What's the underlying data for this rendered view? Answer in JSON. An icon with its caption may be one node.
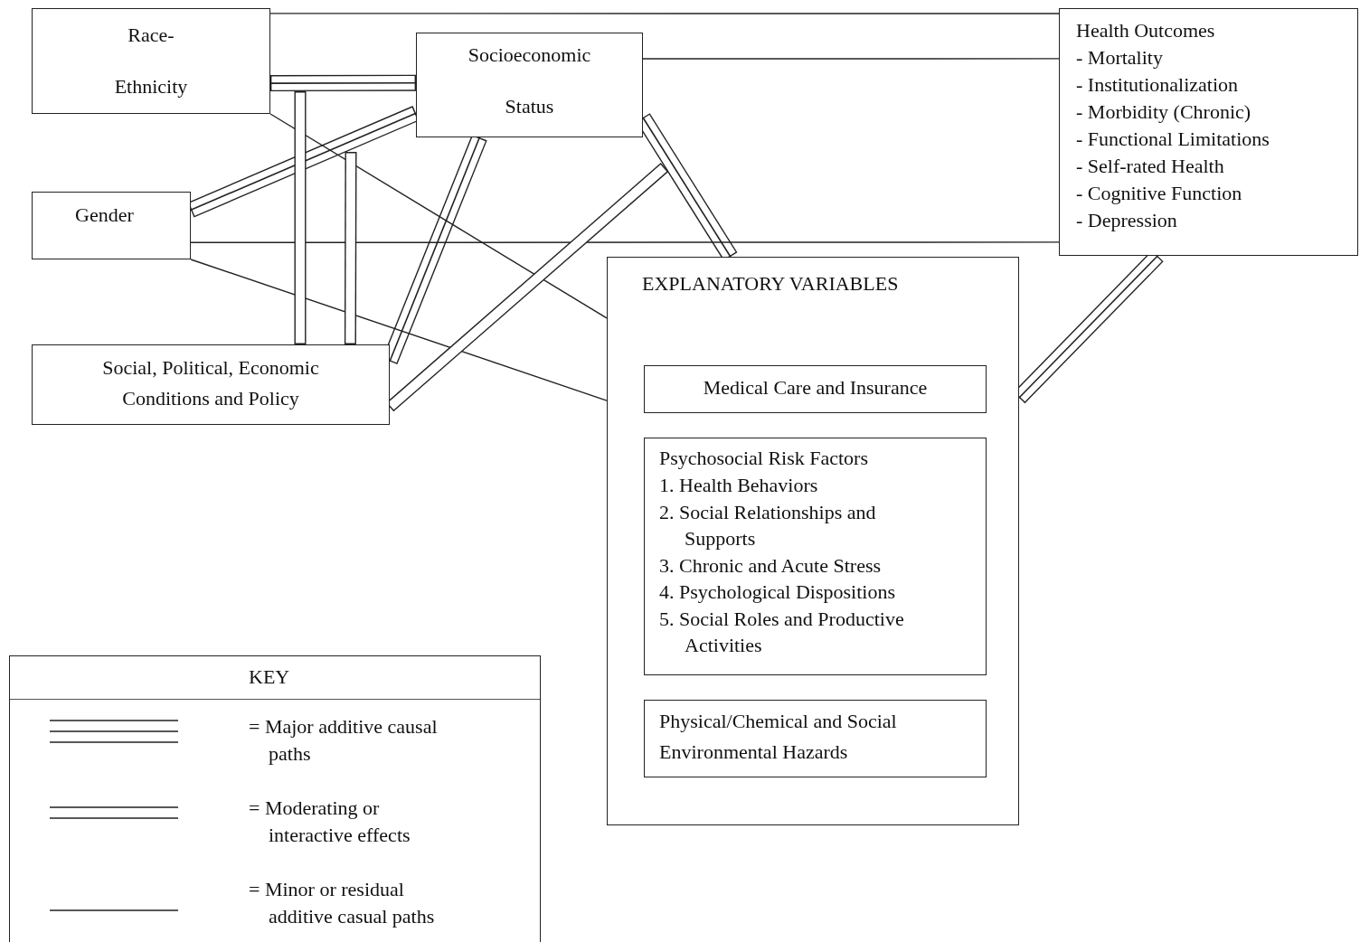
{
  "diagram": {
    "nodes": [
      {
        "text": [
          "Race- Ethnicity"
        ]
      },
      {
        "text": [
          "Socioeconomic Status"
        ]
      },
      {
        "text": [
          "Health Outcomes",
          "- Mortality",
          "- Institutionalization",
          "- Morbidity (Chronic)",
          "- Functional Limitations",
          "- Self-rated Health",
          "- Cognitive Function",
          "- Depression"
        ]
      },
      {
        "text": [
          "Gender"
        ]
      },
      {
        "text": [
          "Social, Political, Economic Conditions and Policy"
        ]
      },
      {
        "text": [
          "EXPLANATORY VARIABLES"
        ]
      },
      {
        "text": [
          "Medical Care and Insurance"
        ],
        "in": 5
      },
      {
        "text": [
          "Psychosocial Risk Factors",
          "1. Health Behaviors",
          "2. Social Relationships and Supports",
          "3. Chronic and Acute Stress",
          "4. Psychological Dispositions",
          "5. Social Roles and Productive Activities"
        ],
        "in": 5
      },
      {
        "text": [
          "Physical/Chemical and Social Environmental Hazards"
        ],
        "in": 5
      }
    ],
    "edges": [
      {
        "from": 0,
        "to": 2,
        "arrow": "none"
      },
      {
        "from": 1,
        "to": 2,
        "arrow": "none"
      },
      {
        "from": 0,
        "to": 1,
        "arrow": "none"
      },
      {
        "from": 3,
        "to": 1,
        "arrow": "none"
      },
      {
        "from": 4,
        "to": 1,
        "arrow": "none"
      },
      {
        "from": 1,
        "to": 5,
        "arrow": "none"
      },
      {
        "from": 5,
        "to": 2,
        "arrow": "none"
      },
      {
        "from": 0,
        "to": 5,
        "arrow": "none"
      },
      {
        "from": 3,
        "to": 2,
        "arrow": "none"
      },
      {
        "from": 3,
        "to": 5,
        "arrow": "none"
      },
      {
        "from": 4,
        "to": null,
        "arrow": "none"
      },
      {
        "from": 4,
        "to": null,
        "arrow": "none"
      },
      {
        "from": 4,
        "to": null,
        "arrow": "none"
      }
    ],
    "labels": [
      "KEY"
    ],
    "legend": [
      {
        "text": "= Major additive causal paths"
      },
      {
        "text": "= Moderating or interactive effects"
      },
      {
        "text": "= Minor or residual additive casual paths"
      }
    ]
  }
}
